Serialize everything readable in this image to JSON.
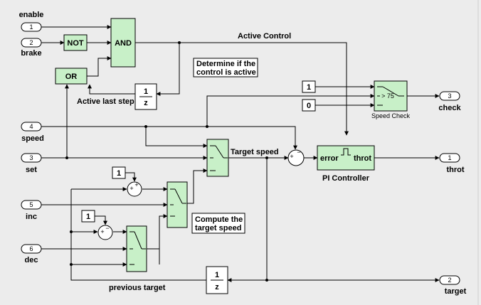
{
  "ports": {
    "enable": {
      "num": "1",
      "label": "enable"
    },
    "brake": {
      "num": "2",
      "label": "brake"
    },
    "speed": {
      "num": "4",
      "label": "speed"
    },
    "set": {
      "num": "3",
      "label": "set"
    },
    "inc": {
      "num": "5",
      "label": "inc"
    },
    "dec": {
      "num": "6",
      "label": "dec"
    },
    "check": {
      "num": "3",
      "label": "check"
    },
    "throt": {
      "num": "1",
      "label": "throt"
    },
    "target": {
      "num": "2",
      "label": "target"
    }
  },
  "blocks": {
    "not": "NOT",
    "and": "AND",
    "or": "OR",
    "delay_num": "1",
    "delay_den": "z",
    "const_1": "1",
    "const_0": "0",
    "const_inc": "1",
    "const_dec": "1",
    "speed_check_text": "> 75",
    "speed_check_label": "Speed Check",
    "pi_error": "error",
    "pi_throt": "throt",
    "pi_label": "PI Controller",
    "sum_plus": "+",
    "sum_minus": "−"
  },
  "signals": {
    "active_control": "Active Control",
    "active_last_step": "Active last step",
    "target_speed": "Target speed",
    "previous_target": "previous target"
  },
  "annotations": {
    "active_note_1": "Determine if the",
    "active_note_2": "control is active",
    "compute_note_1": "Compute the",
    "compute_note_2": "target speed"
  }
}
